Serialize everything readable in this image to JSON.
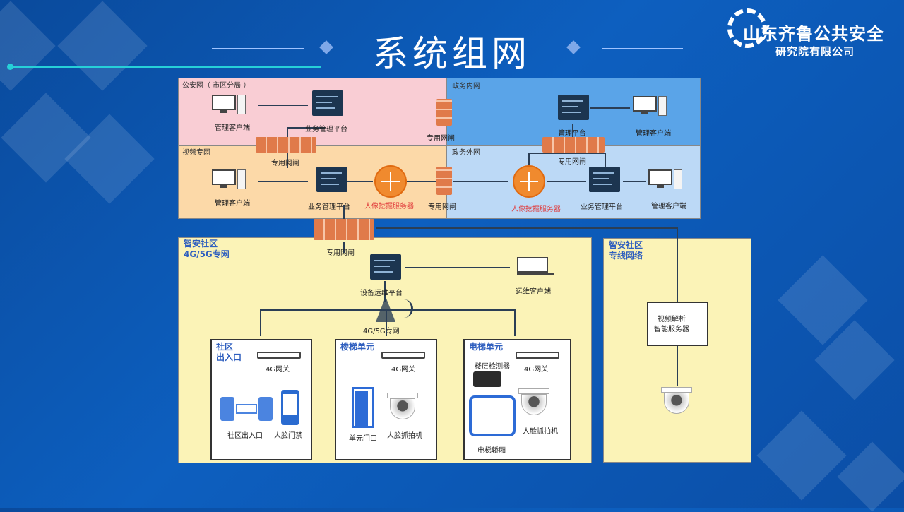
{
  "header": {
    "title": "系统组网"
  },
  "logo": {
    "line1": "山东齐鲁公共安全",
    "line2": "研究院有限公司"
  },
  "zones": {
    "police": "公安网（ 市区分局 ）",
    "video": "视频专网",
    "gov_inner": "政务内网",
    "gov_outer": "政务外网",
    "community_4g": "智安社区\n4G/5G专网",
    "community_line": "智安社区\n专线网络"
  },
  "labels": {
    "mgmt_client_1": "管理客户端",
    "biz_platform_1": "业务管理平台",
    "gateway_1": "专用网闸",
    "mgmt_client_2": "管理客户端",
    "biz_platform_2": "业务管理平台",
    "portrait_server_1": "人像挖掘服务器",
    "gateway_2": "专用网闸",
    "gateway_3": "专用网闸",
    "mgmt_platform": "管理平台",
    "mgmt_client_3": "管理客户端",
    "gateway_4": "专用网闸",
    "portrait_server_2": "人像挖掘服务器",
    "biz_platform_3": "业务管理平台",
    "mgmt_client_4": "管理客户端",
    "gateway_5": "专用网闸",
    "device_ops": "设备运维平台",
    "ops_client": "运维客户端",
    "net_4g5g": "4G/5G专网",
    "video_analysis": "视频解析\n智能服务器"
  },
  "units": {
    "entrance": {
      "title": "社区\n出入口",
      "gw": "4G网关",
      "item1": "社区出入口",
      "item2": "人脸门禁"
    },
    "stairs": {
      "title": "楼梯单元",
      "gw": "4G网关",
      "item1": "单元门口",
      "item2": "人脸抓拍机"
    },
    "elevator": {
      "title": "电梯单元",
      "gw": "4G网关",
      "detector": "楼层检测器",
      "item1": "电梯轿厢",
      "item2": "人脸抓拍机"
    }
  },
  "colors": {
    "background": "#0d5fbf",
    "police_zone": "#f9cdd4",
    "video_zone": "#fcd9a8",
    "gov_inner_zone": "#5aa4e8",
    "gov_outer_zone": "#bcd9f6",
    "community_zone": "#fbf3b7",
    "firewall": "#e07a4a",
    "router": "#f08a2e",
    "unit_title": "#2f5fbf"
  }
}
